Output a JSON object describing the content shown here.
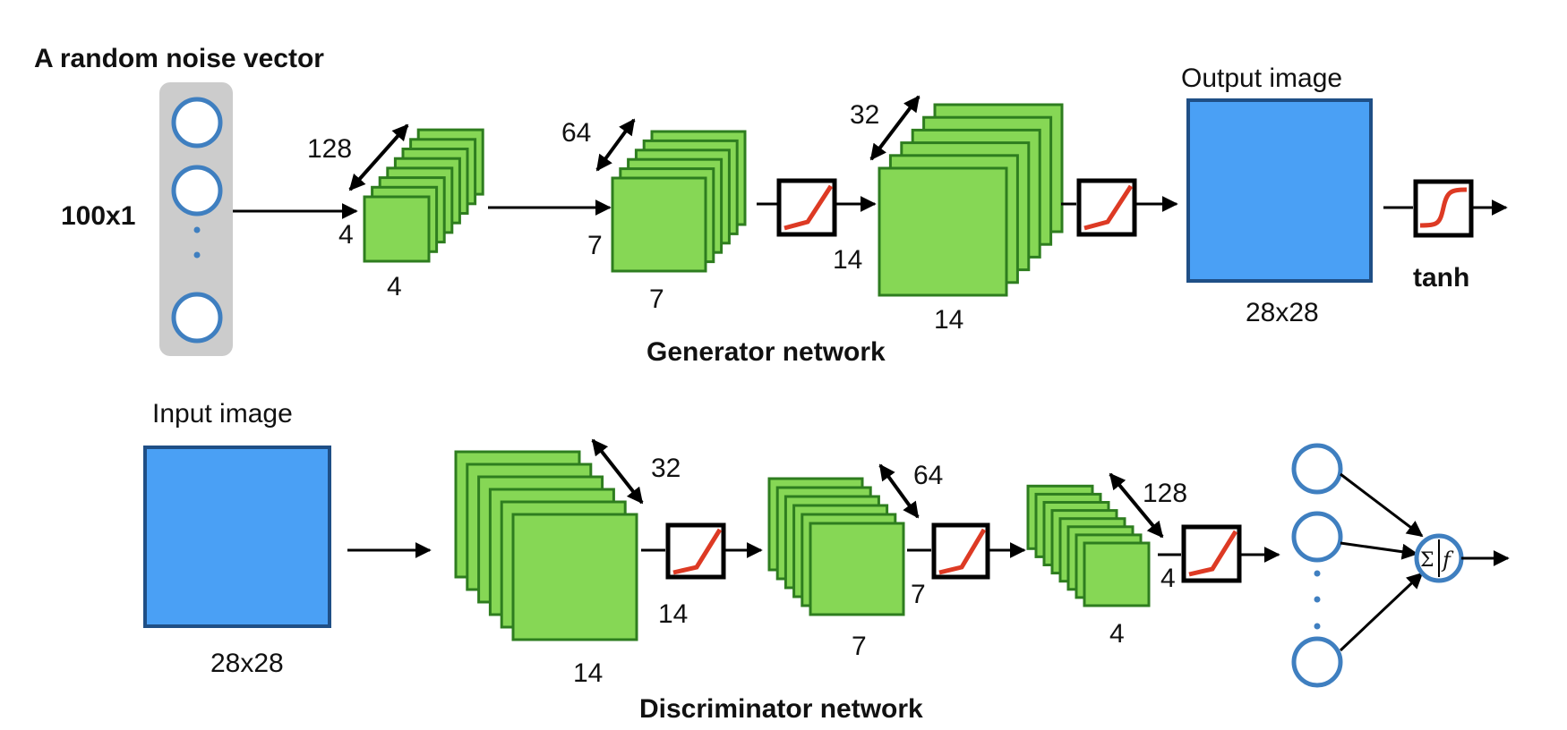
{
  "colors": {
    "feature_fill": "#86d755",
    "feature_stroke": "#2e7d1f",
    "image_fill": "#4aa0f5",
    "image_stroke": "#1f4f86",
    "node_stroke": "#3f7fc0",
    "noise_panel": "#cccccc",
    "activation_curve": "#dd3a24",
    "arrow": "#000000"
  },
  "icons": {
    "activation": "relu-icon",
    "output_activation": "sigmoid-icon",
    "sum_node": "sum-activation-icon"
  },
  "generator": {
    "section_label": "Generator network",
    "noise_title": "A random noise vector",
    "noise_size": "100x1",
    "block1": {
      "depth": "128",
      "height": "4",
      "width": "4"
    },
    "block2": {
      "depth": "64",
      "height": "7",
      "width": "7"
    },
    "block3": {
      "depth": "32",
      "height": "14",
      "width": "14"
    },
    "output_title": "Output image",
    "output_size": "28x28",
    "output_activation": "tanh"
  },
  "discriminator": {
    "section_label": "Discriminator network",
    "input_title": "Input image",
    "input_size": "28x28",
    "block1": {
      "depth": "32",
      "height": "14",
      "width": "14"
    },
    "block2": {
      "depth": "64",
      "height": "7",
      "width": "7"
    },
    "block3": {
      "depth": "128",
      "height": "4",
      "width": "4"
    },
    "sum_symbol": "Σ",
    "activation_symbol": "f"
  }
}
